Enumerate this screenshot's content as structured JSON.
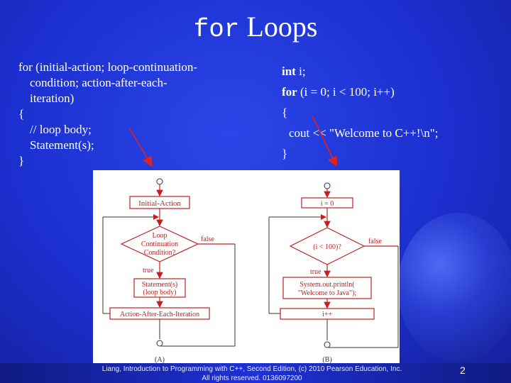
{
  "title": {
    "mono": "for",
    "rest": " Loops"
  },
  "left_code": {
    "line1": "for (initial-action; loop-continuation-",
    "line2": "condition; action-after-each-",
    "line3": "iteration)",
    "line4": "{",
    "line5": "// loop body;",
    "line6": "Statement(s);",
    "line7": "}"
  },
  "right_code": {
    "l1_kw": "int",
    "l1_rest": " i;",
    "l2_kw": "for",
    "l2_rest": " (i = 0; i < 100; i++)",
    "l3": "{",
    "l4": "cout << \"Welcome to C++!\\n\";",
    "l5": "}"
  },
  "flowchart_a": {
    "init": "Initial-Action",
    "cond_1": "Loop",
    "cond_2": "Continuation",
    "cond_3": "Condition?",
    "false_label": "false",
    "true_label": "true",
    "body_1": "Statement(s)",
    "body_2": "(loop body)",
    "after": "Action-After-Each-Iteration",
    "caption": "(A)"
  },
  "flowchart_b": {
    "init": "i = 0",
    "cond": "(i < 100)?",
    "false_label": "false",
    "true_label": "true",
    "body_1": "System.out.println(",
    "body_2": "\"Welcome to Java\");",
    "after": "i++",
    "caption": "(B)"
  },
  "footer": {
    "line1": "Liang, Introduction to Programming with C++, Second Edition, (c) 2010 Pearson Education, Inc.",
    "line2": "All rights reserved. 0136097200"
  },
  "page_number": "2",
  "colors": {
    "background": "#1c2fd0",
    "flow_line": "#cc2222",
    "arrow": "#dd2222"
  }
}
